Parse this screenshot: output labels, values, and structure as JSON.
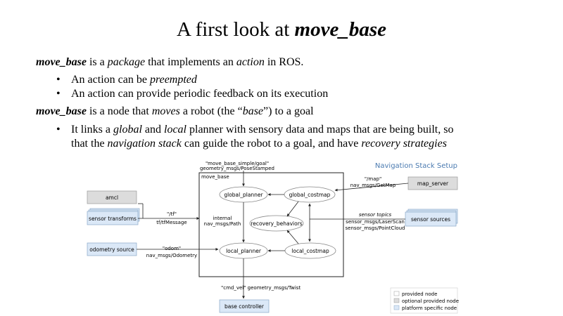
{
  "slide": {
    "title_prefix": "A first look at ",
    "title_em": "move_base",
    "para1": {
      "bold": "move_base",
      "t1": " is a ",
      "i1": "package",
      "t2": " that implements an ",
      "i2": "action",
      "t3": " in ROS."
    },
    "bullets1": [
      {
        "t1": "An action can be ",
        "i1": "preempted"
      },
      {
        "t1": "An action can provide periodic feedback on its execution"
      }
    ],
    "para2": {
      "bold": "move_base",
      "t1": " is a node that ",
      "i1": "moves",
      "t2": " a robot (the “",
      "i2": "base",
      "t3": "”) to a goal"
    },
    "bullet2": {
      "t1": "It links a ",
      "i1": "global",
      "t2": " and ",
      "i2": "local",
      "t3": " planner with sensory data and maps that are being built, so",
      "t4": "that the ",
      "i3": "navigation stack",
      "t5": " can guide the robot to a goal, and have ",
      "i4": "recovery strategies"
    }
  },
  "diagram": {
    "title": "Navigation Stack Setup",
    "top_topic_1": "\"move_base_simple/goal\"",
    "top_topic_2": "geometry_msgs/PoseStamped",
    "container_label": "move_base",
    "nodes": {
      "global_planner": "global_planner",
      "global_costmap": "global_costmap",
      "recovery_behaviors": "recovery_behaviors",
      "local_planner": "local_planner",
      "local_costmap": "local_costmap",
      "amcl": "amcl",
      "sensor_transforms": "sensor transforms",
      "odometry_source": "odometry source",
      "map_server": "map_server",
      "sensor_sources": "sensor sources",
      "base_controller": "base controller"
    },
    "labels": {
      "tf_1": "\"/tf\"",
      "tf_2": "tf/tfMessage",
      "odom_1": "\"odom\"",
      "odom_2": "nav_msgs/Odometry",
      "internal_1": "internal",
      "internal_2": "nav_msgs/Path",
      "map_1": "\"/map\"",
      "map_2": "nav_msgs/GetMap",
      "sensor_topics": "sensor topics",
      "sensor_msg_1": "sensor_msgs/LaserScan",
      "sensor_msg_2": "sensor_msgs/PointCloud",
      "cmd_vel": "\"cmd_vel\" geometry_msgs/Twist"
    },
    "legend": [
      "provided node",
      "optional provided node",
      "platform specific node"
    ],
    "colors": {
      "provided": "#ffffff",
      "optional": "#dcdcdc",
      "platform": "#dbe8f7",
      "title": "#4a7ab0"
    }
  }
}
